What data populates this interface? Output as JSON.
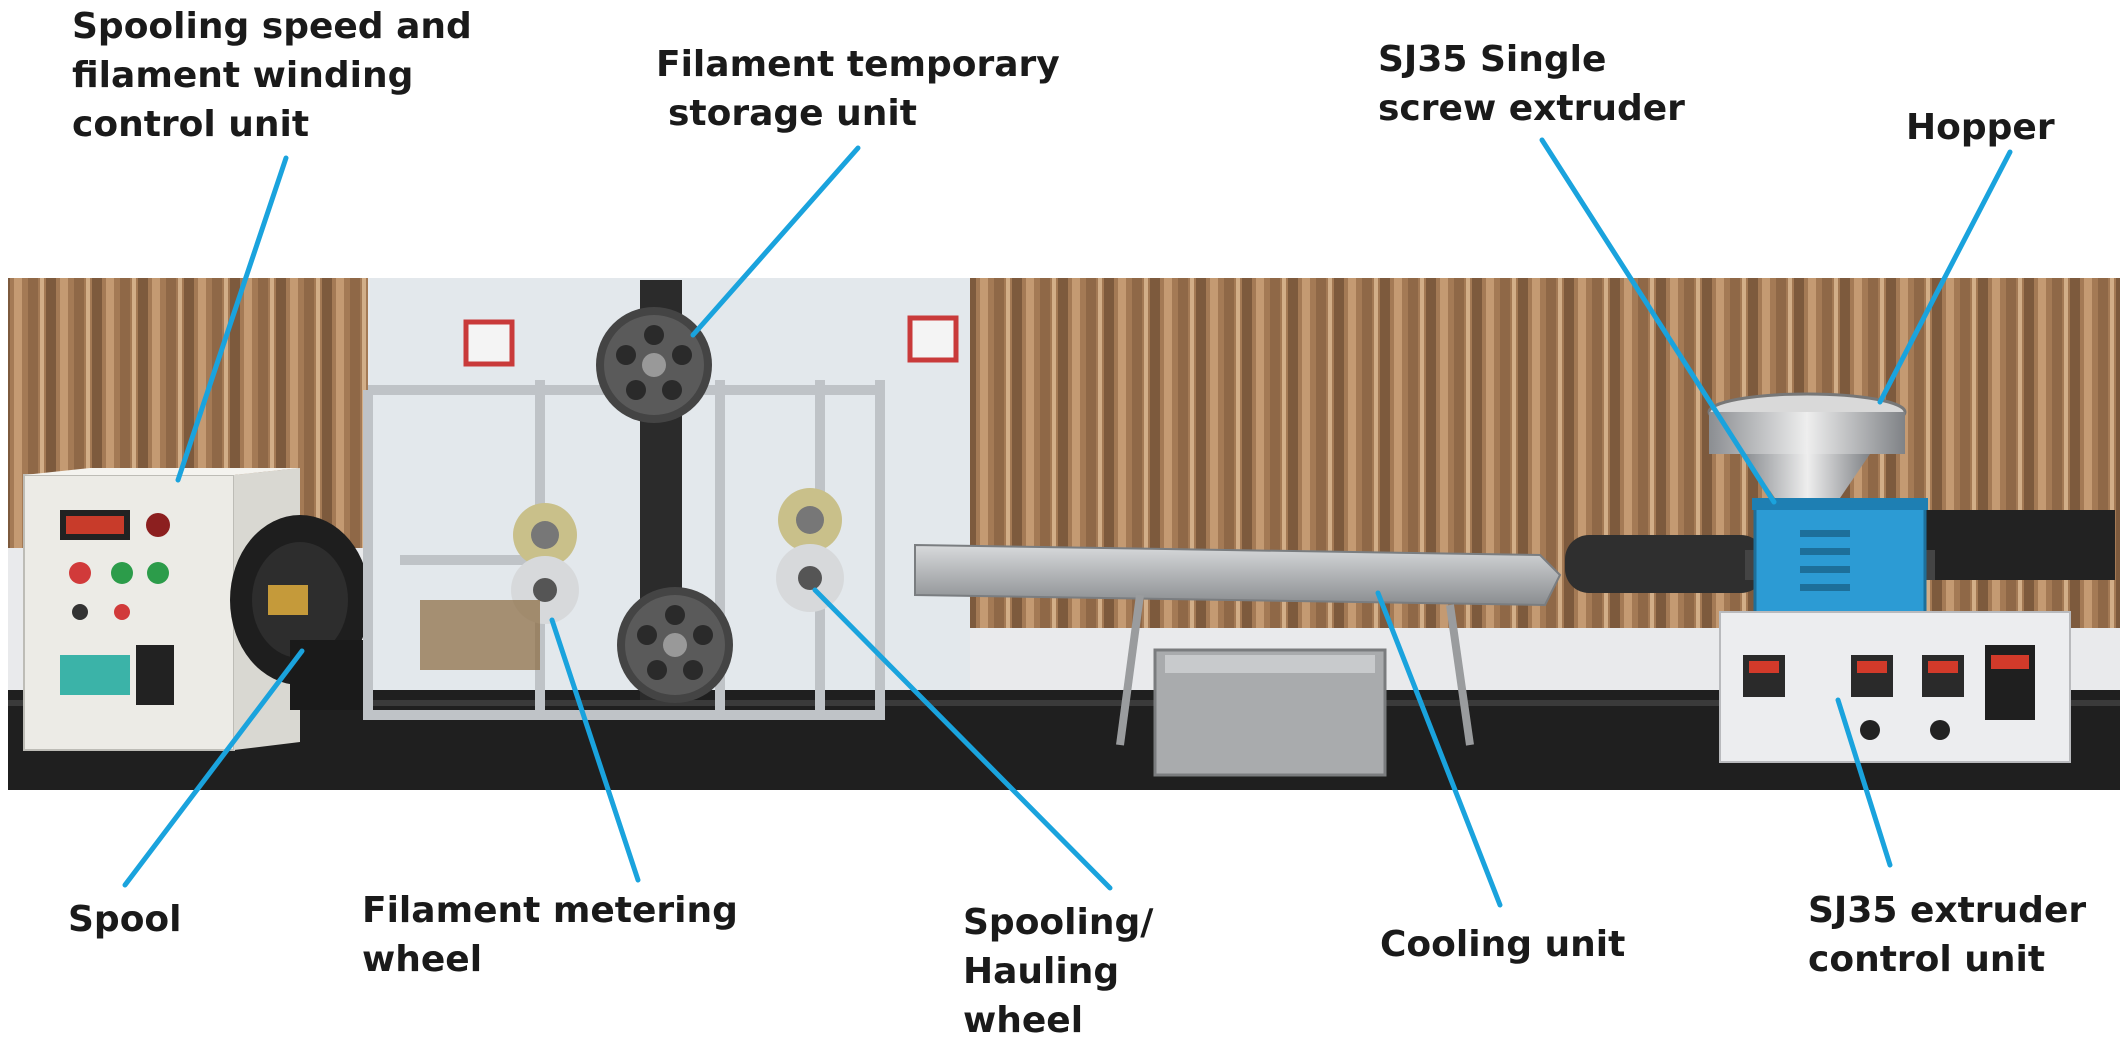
{
  "colors": {
    "leader_line": "#1aa3dd",
    "label_text": "#1a1a1a",
    "curtain": "#a47a55",
    "extruder_body": "#2c9bd4",
    "panel": "#ececea",
    "frame": "#c9ccd0",
    "bench": "#222222"
  },
  "labels": {
    "spooling_control": [
      "Spooling speed and",
      "filament winding",
      "control unit"
    ],
    "temp_storage": [
      "Filament temporary",
      "storage unit"
    ],
    "single_screw": [
      "SJ35 Single",
      "screw extruder"
    ],
    "hopper": [
      "Hopper"
    ],
    "spool": [
      "Spool"
    ],
    "metering_wheel": [
      "Filament metering",
      "wheel"
    ],
    "hauling_wheel": [
      "Spooling/",
      "Hauling",
      "wheel"
    ],
    "cooling_unit": [
      "Cooling unit"
    ],
    "extruder_control": [
      "SJ35 extruder",
      "control unit"
    ]
  },
  "icons": {
    "leader": "leader-line",
    "spool": "spool-icon",
    "wheel": "wheel-icon",
    "hopper": "hopper-icon",
    "display": "digital-display-icon"
  }
}
